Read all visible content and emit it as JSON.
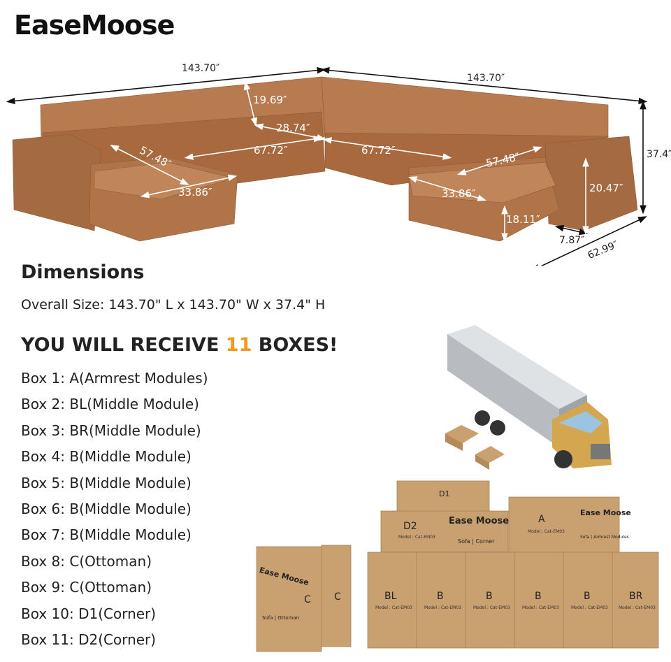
{
  "brand": {
    "logo_text": "EaseMoose"
  },
  "dimensions_labels": {
    "length_left": "143.70″",
    "length_right": "143.70″",
    "back_height": "19.69″",
    "seat_depth": "28.74″",
    "seat_width_left": "67.72″",
    "seat_width_right": "67.72″",
    "chaise_length_left": "57.48″",
    "chaise_width_left": "33.86″",
    "chaise_length_right": "57.48″",
    "chaise_width_right": "33.86″",
    "overall_height": "37.4″",
    "arm_height": "20.47″",
    "seat_height": "18.11″",
    "arm_width": "7.87″",
    "depth": "62.99″"
  },
  "dimensions": {
    "title": "Dimensions",
    "overall_size": "Overall Size: 143.70\" L x 143.70\" W x 37.4\" H"
  },
  "receive": {
    "prefix": "YOU WILL RECEIVE ",
    "count": "11",
    "suffix": " BOXES!",
    "accent_color": "#f39a1e"
  },
  "boxes": [
    "Box 1: A(Armrest Modules)",
    "Box 2: BL(Middle Module)",
    "Box 3: BR(Middle Module)",
    "Box 4: B(Middle Module)",
    "Box 5: B(Middle Module)",
    "Box 6: B(Middle Module)",
    "Box 7: B(Middle Module)",
    "Box 8: C(Ottoman)",
    "Box 9: C(Ottoman)",
    "Box 10: D1(Corner)",
    "Box 11: D2(Corner)"
  ],
  "box_image": {
    "brand": "Ease Moose",
    "model": "Model : Cat-EM03",
    "labels": {
      "d1": "D1",
      "d2": "D2",
      "a": "A",
      "c1": "C",
      "c2": "C",
      "bl": "BL",
      "b1": "B",
      "b2": "B",
      "b3": "B",
      "b4": "B",
      "br": "BR"
    },
    "d2_type": "Sofa | Corner",
    "a_type": "Sofa | Armrest Modules",
    "c_type": "Sofa | Ottoman"
  },
  "colors": {
    "sofa": "#b5784c",
    "cardboard": "#c9a070",
    "truck_cab": "#d4a650",
    "truck_box": "#c8ccd0"
  }
}
